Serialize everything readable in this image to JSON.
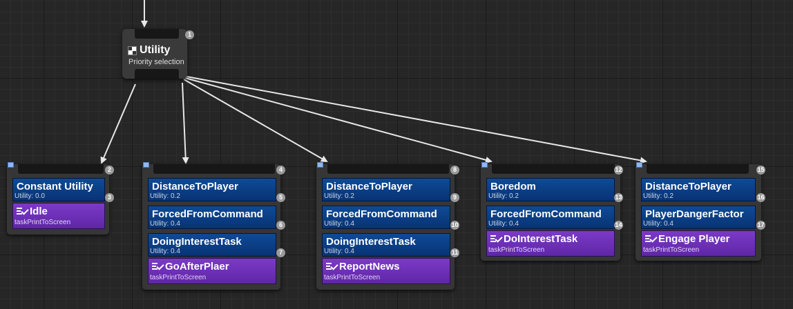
{
  "root": {
    "title": "Utility",
    "subtitle": "Priority selection",
    "index": "1",
    "icon": "utility-icon"
  },
  "groups": [
    {
      "decorators": [
        {
          "name": "Constant Utility",
          "value": "Utility: 0.0",
          "index": "3"
        }
      ],
      "task": {
        "name": "Idle",
        "value": "taskPrintToScreen"
      },
      "index": "2"
    },
    {
      "decorators": [
        {
          "name": "DistanceToPlayer",
          "value": "Utility: 0.2",
          "index": "5"
        },
        {
          "name": "ForcedFromCommand",
          "value": "Utility: 0.4",
          "index": "6"
        },
        {
          "name": "DoingInterestTask",
          "value": "Utility: 0.4",
          "index": "7"
        }
      ],
      "task": {
        "name": "GoAfterPlaer",
        "value": "taskPrintToScreen"
      },
      "index": "4"
    },
    {
      "decorators": [
        {
          "name": "DistanceToPlayer",
          "value": "Utility: 0.2",
          "index": "9"
        },
        {
          "name": "ForcedFromCommand",
          "value": "Utility: 0.4",
          "index": "10"
        },
        {
          "name": "DoingInterestTask",
          "value": "Utility: 0.4",
          "index": "11"
        }
      ],
      "task": {
        "name": "ReportNews",
        "value": "taskPrintToScreen"
      },
      "index": "8"
    },
    {
      "decorators": [
        {
          "name": "Boredom",
          "value": "Utility: 0.2",
          "index": "13"
        },
        {
          "name": "ForcedFromCommand",
          "value": "Utility: 0.4",
          "index": "14"
        }
      ],
      "task": {
        "name": "DoInterestTask",
        "value": "taskPrintToScreen"
      },
      "index": "12"
    },
    {
      "decorators": [
        {
          "name": "DistanceToPlayer",
          "value": "Utility: 0.2",
          "index": "16"
        },
        {
          "name": "PlayerDangerFactor",
          "value": "Utility: 0.4",
          "index": "17"
        }
      ],
      "task": {
        "name": "Engage Player",
        "value": "taskPrintToScreen"
      },
      "index": "15"
    }
  ],
  "colors": {
    "decorator": "#0a3d85",
    "task": "#6a2eb4",
    "wire": "#e8e8e8",
    "node": "#363636"
  }
}
